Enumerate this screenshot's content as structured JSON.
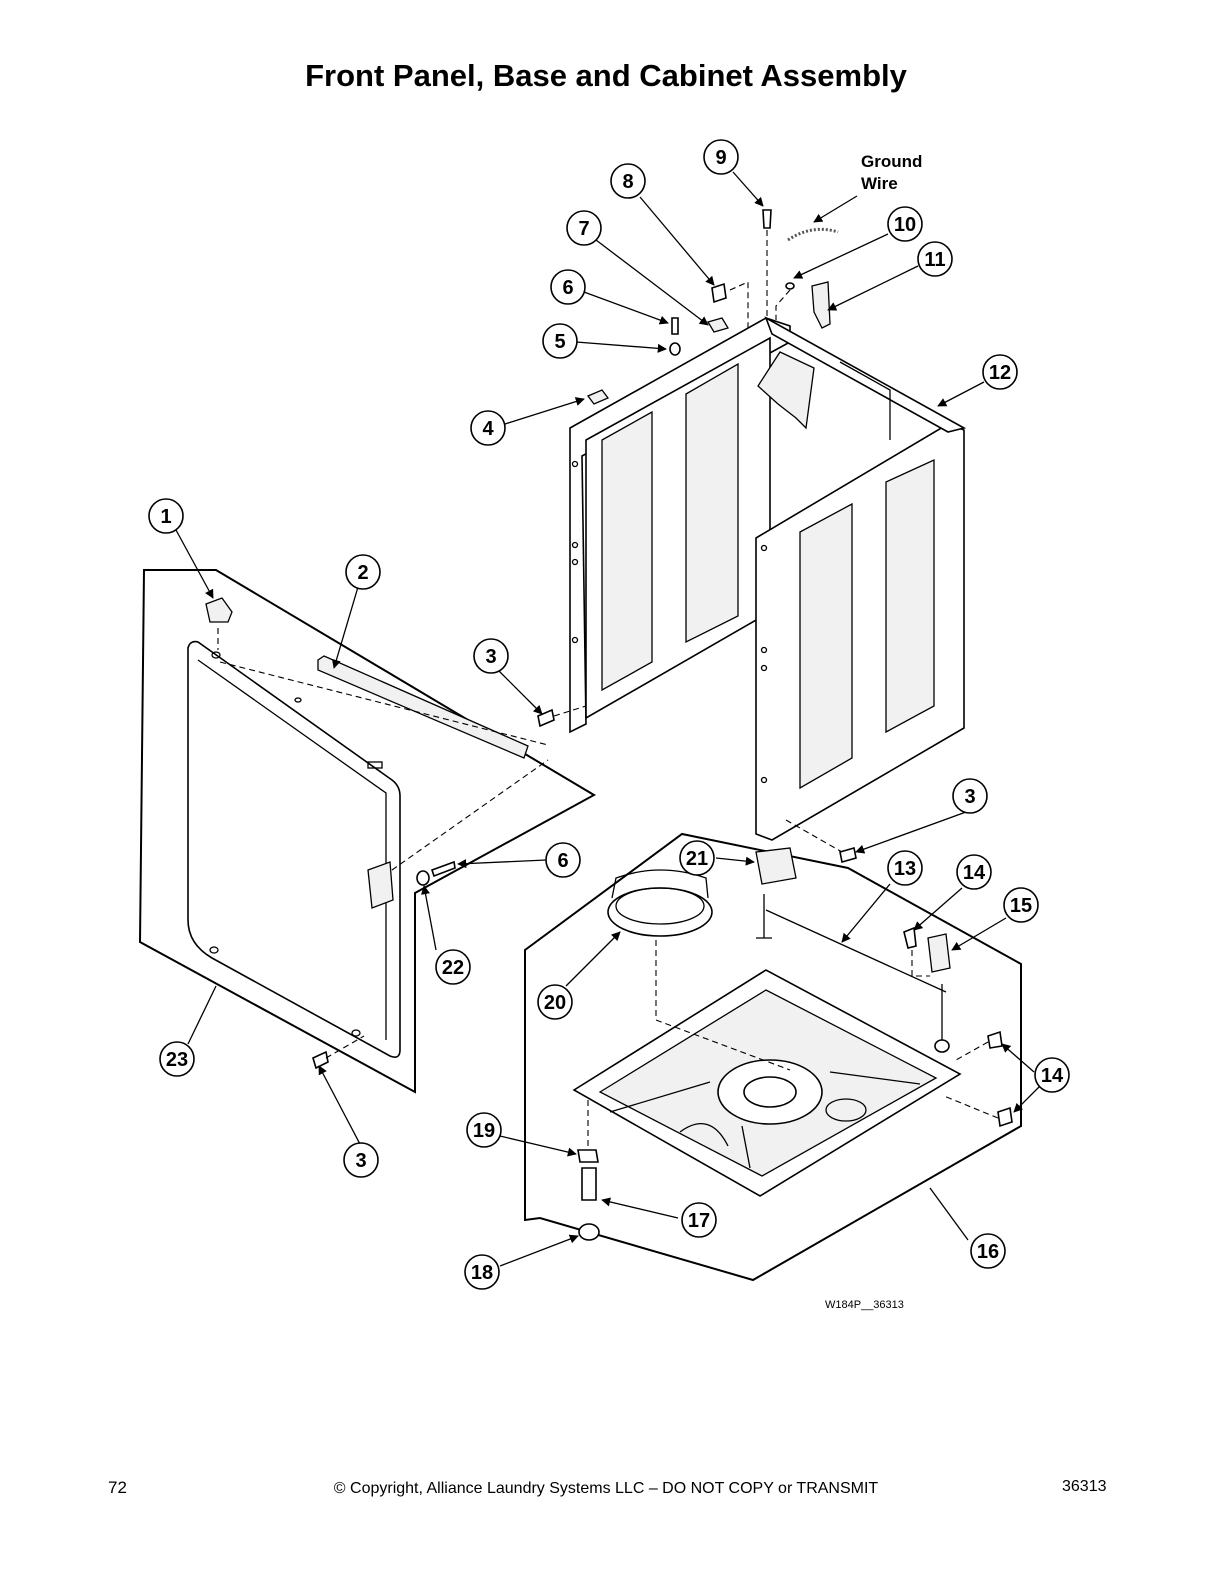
{
  "title": "Front Panel, Base and Cabinet Assembly",
  "ground_wire_label": [
    "Ground",
    "Wire"
  ],
  "drawing_code": "W184P__36313",
  "footer": {
    "page_number": "72",
    "copyright": "© Copyright, Alliance Laundry Systems LLC – DO NOT COPY or TRANSMIT",
    "doc_number": "36313"
  },
  "callouts": [
    "1",
    "2",
    "3",
    "3",
    "3",
    "4",
    "5",
    "6",
    "6",
    "7",
    "8",
    "9",
    "10",
    "11",
    "12",
    "13",
    "14",
    "14",
    "15",
    "16",
    "17",
    "18",
    "19",
    "20",
    "21",
    "22",
    "23"
  ]
}
